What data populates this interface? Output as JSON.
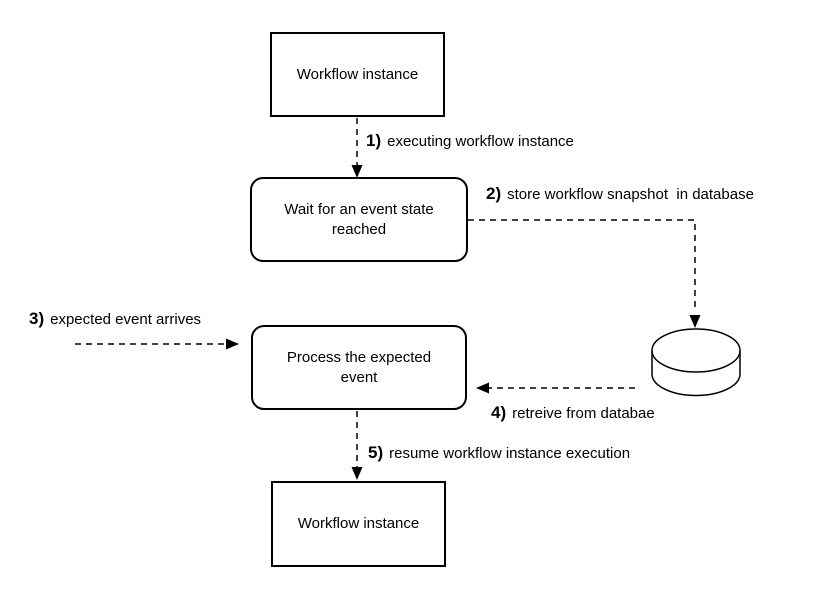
{
  "diagram": {
    "title": "workflow event persistence diagram",
    "colors": {
      "background": "#ffffff",
      "stroke": "#000000",
      "text": "#000000"
    },
    "nodes": {
      "workflow_top": {
        "label": "Workflow instance",
        "shape": "rectangle"
      },
      "wait_state": {
        "line1": "Wait for an event state",
        "line2": "reached",
        "shape": "rounded-rectangle"
      },
      "process_event": {
        "line1": "Process the expected",
        "line2": "event",
        "shape": "rounded-rectangle"
      },
      "workflow_bottom": {
        "label": "Workflow instance",
        "shape": "rectangle"
      },
      "database": {
        "icon": "database-cylinder-icon"
      }
    },
    "edges": {
      "step1": {
        "number": "1)",
        "label": "executing workflow instance",
        "from": "workflow_top",
        "to": "wait_state",
        "style": "dashed"
      },
      "step2": {
        "number": "2)",
        "label": "store workflow snapshot  in database",
        "from": "wait_state",
        "to": "database",
        "style": "dashed"
      },
      "step3": {
        "number": "3)",
        "label": "expected event arrives",
        "from": "external",
        "to": "process_event",
        "style": "dashed"
      },
      "step4": {
        "number": "4)",
        "label": "retreive from databae",
        "from": "database",
        "to": "process_event",
        "style": "dashed"
      },
      "step5": {
        "number": "5)",
        "label": "resume workflow instance execution",
        "from": "process_event",
        "to": "workflow_bottom",
        "style": "dashed"
      }
    }
  }
}
